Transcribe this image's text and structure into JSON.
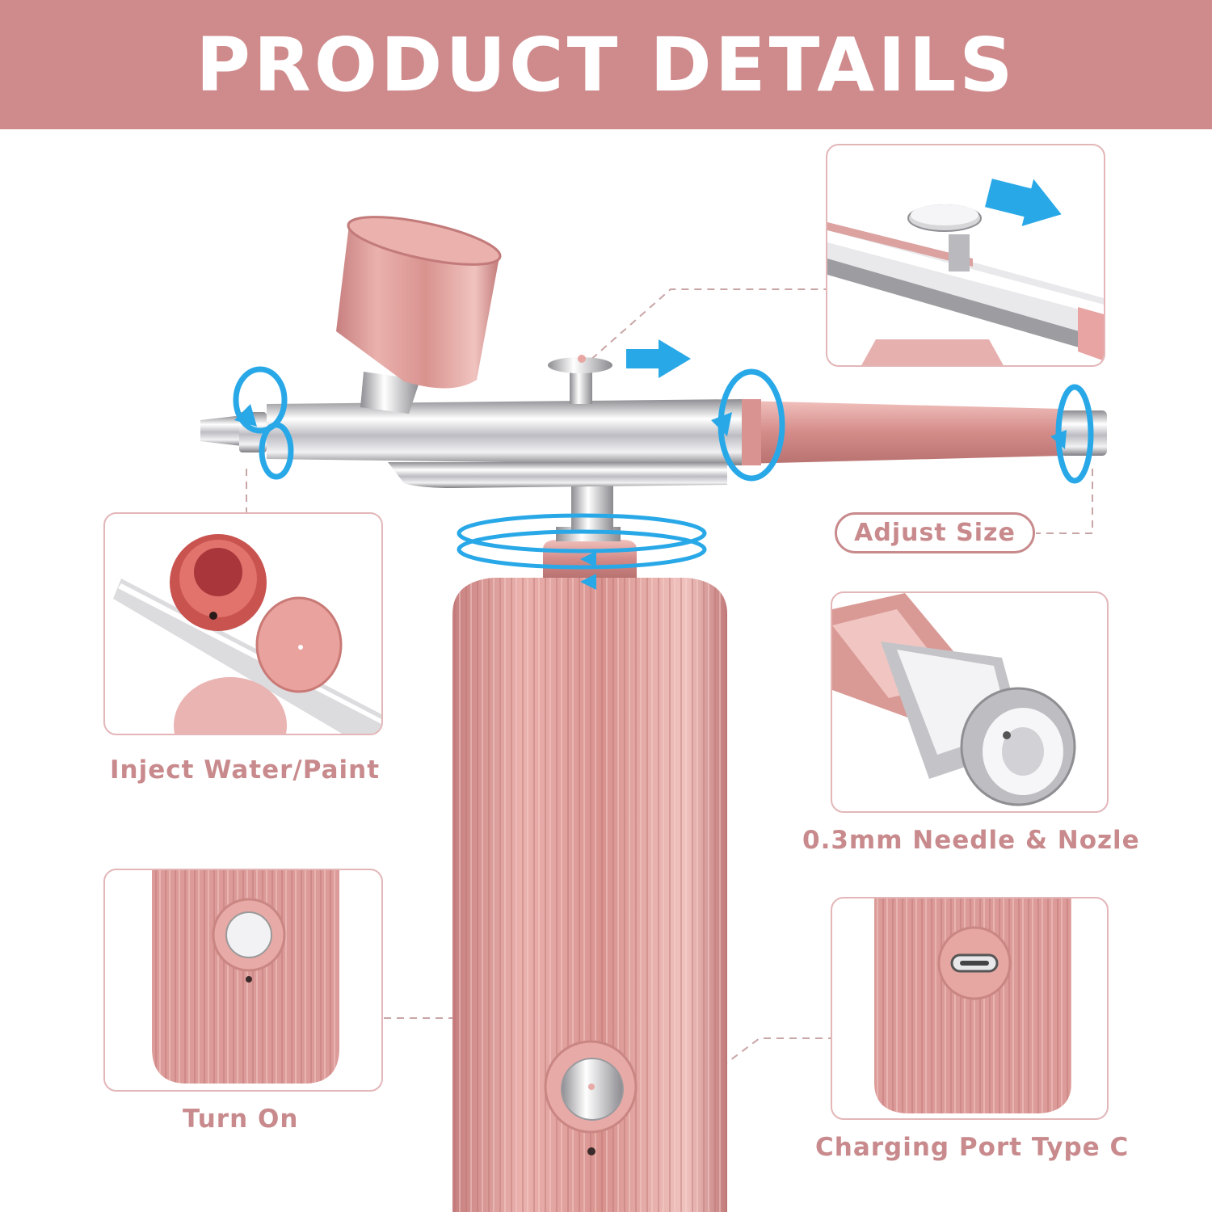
{
  "header": {
    "title": "PRODUCT DETAILS"
  },
  "colors": {
    "banner": "#cf8a8c",
    "rose_gold": "#dc9b98",
    "caption": "#c88a8c",
    "arrow": "#29a8e8",
    "chrome": "#d9d9dc"
  },
  "callouts": {
    "adjust_size": "Adjust Size",
    "inject": "Inject Water/Paint",
    "needle": "0.3mm Needle & Nozle",
    "turn_on": "Turn On",
    "charging": "Charging Port Type C"
  },
  "icons": [
    "rotate-arrow-icon",
    "right-arrow-icon",
    "power-button-icon",
    "usb-c-port-icon"
  ]
}
